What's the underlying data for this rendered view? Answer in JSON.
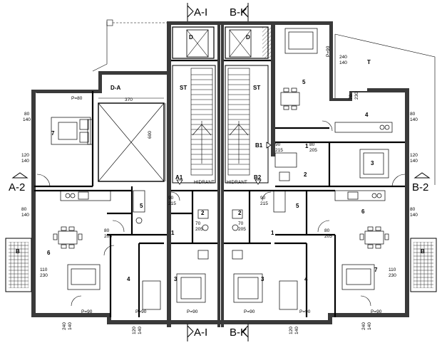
{
  "sections": {
    "a1_top": "A-I",
    "a1_bottom": "A-I",
    "bk_top": "B-K",
    "bk_bottom": "B-K",
    "a2": "A-2",
    "b2": "B-2"
  },
  "labels": {
    "d_left": "D",
    "d_right": "D",
    "da": "D-A",
    "st_left": "ST",
    "st_right": "ST",
    "t": "T",
    "a1": "A1",
    "b1": "B1",
    "b2": "B2",
    "b_left": "B",
    "b_right": "B",
    "hidrant_left": "HIDRANT",
    "hidrant_right": "HIDRANT"
  },
  "dims": {
    "shaft_w": "370",
    "shaft_h": "600",
    "p90": "P=90",
    "p80": "P=80",
    "d80_140": [
      "80",
      "140"
    ],
    "d120_140": [
      "120",
      "140"
    ],
    "d240_140": [
      "240",
      "140"
    ],
    "d110_230": [
      "110",
      "230"
    ],
    "d90_215": [
      "90",
      "215"
    ],
    "d70_205": [
      "70",
      "205"
    ],
    "d80_205": [
      "80",
      "205"
    ],
    "d70_230": [
      "70",
      "230"
    ]
  },
  "rooms": {
    "left": [
      "7",
      "6",
      "5",
      "4",
      "3",
      "2",
      "1"
    ],
    "right": [
      "5",
      "4",
      "1",
      "2",
      "3",
      "6",
      "5",
      "7",
      "4",
      "3",
      "2",
      "1"
    ]
  }
}
